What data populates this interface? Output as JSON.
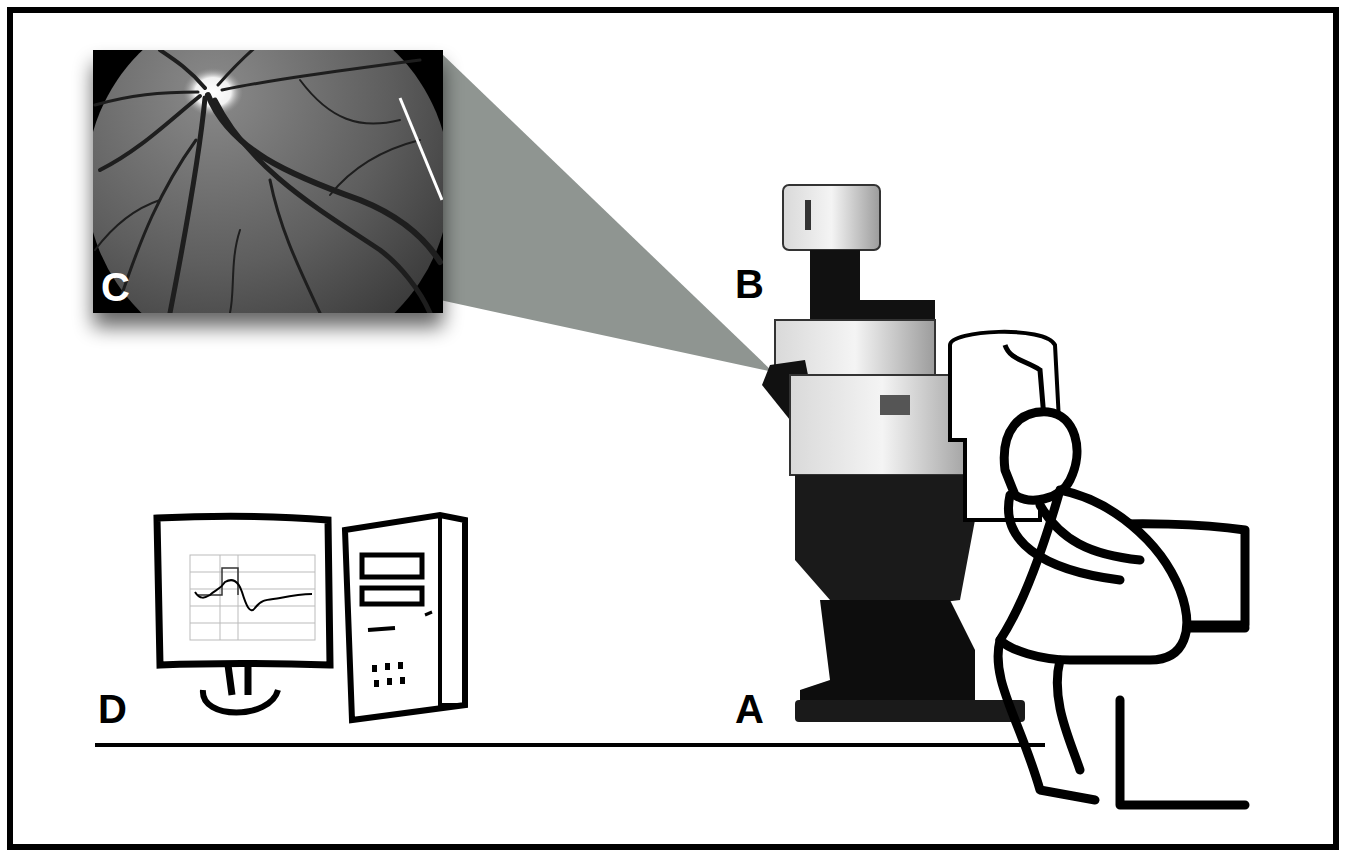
{
  "diagram": {
    "nodes": [
      {
        "text": [
          "C"
        ]
      }
    ],
    "labels": [
      "B",
      "D",
      "A"
    ]
  }
}
